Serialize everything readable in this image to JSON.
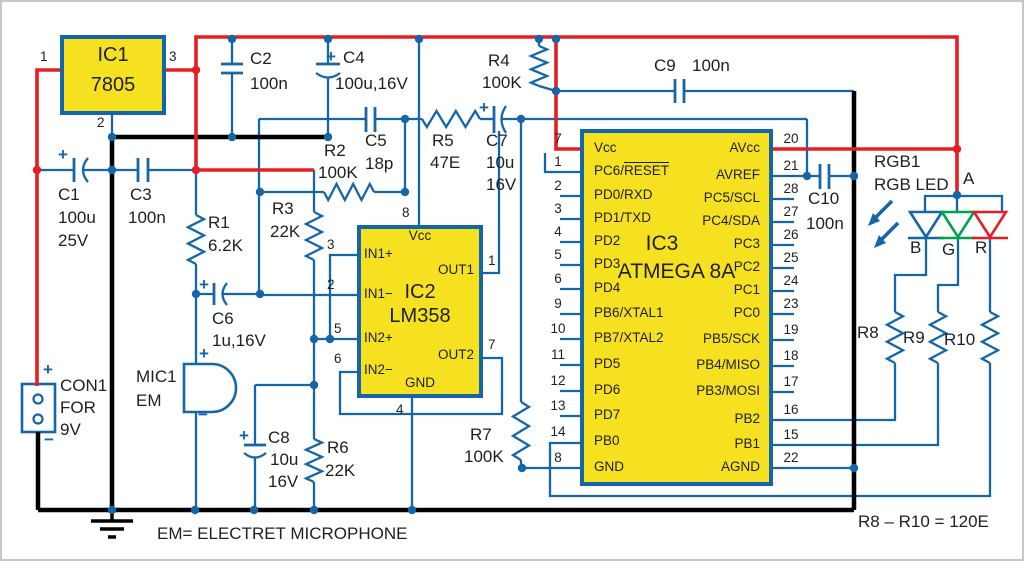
{
  "ic1": {
    "name": "IC1",
    "part": "7805",
    "pin1": "1",
    "pin2": "2",
    "pin3": "3"
  },
  "ic2": {
    "name": "IC2",
    "part": "LM358",
    "labels": {
      "vcc": "Vcc",
      "gnd": "GND",
      "in1p": "IN1+",
      "in1n": "IN1−",
      "in2p": "IN2+",
      "in2n": "IN2−",
      "out1": "OUT1",
      "out2": "OUT2"
    },
    "nums": {
      "vcc": "8",
      "gnd": "4",
      "in1p": "3",
      "in1n": "2",
      "in2p": "5",
      "in2n": "6",
      "out1": "1",
      "out2": "7"
    }
  },
  "ic3": {
    "name": "IC3",
    "part": "ATMEGA 8A",
    "left_pins": [
      {
        "num": "7",
        "label": "Vcc"
      },
      {
        "num": "1",
        "label": "PC6/",
        "overline": "RESET"
      },
      {
        "num": "2",
        "label": "PD0/RXD"
      },
      {
        "num": "3",
        "label": "PD1/TXD"
      },
      {
        "num": "4",
        "label": "PD2"
      },
      {
        "num": "5",
        "label": "PD3"
      },
      {
        "num": "6",
        "label": "PD4"
      },
      {
        "num": "9",
        "label": "PB6/XTAL1"
      },
      {
        "num": "10",
        "label": "PB7/XTAL2"
      },
      {
        "num": "11",
        "label": "PD5"
      },
      {
        "num": "12",
        "label": "PD6"
      },
      {
        "num": "13",
        "label": "PD7"
      },
      {
        "num": "14",
        "label": "PB0"
      },
      {
        "num": "8",
        "label": "GND"
      }
    ],
    "right_pins": [
      {
        "num": "20",
        "label": "AVcc"
      },
      {
        "num": "21",
        "label": "AVREF"
      },
      {
        "num": "28",
        "label": "PC5/SCL"
      },
      {
        "num": "27",
        "label": "PC4/SDA"
      },
      {
        "num": "26",
        "label": "PC3"
      },
      {
        "num": "25",
        "label": "PC2"
      },
      {
        "num": "24",
        "label": "PC1"
      },
      {
        "num": "23",
        "label": "PC0"
      },
      {
        "num": "19",
        "label": "PB5/SCK"
      },
      {
        "num": "18",
        "label": "PB4/MISO"
      },
      {
        "num": "17",
        "label": "PB3/MOSI"
      },
      {
        "num": "16",
        "label": "PB2"
      },
      {
        "num": "15",
        "label": "PB1"
      },
      {
        "num": "22",
        "label": "AGND"
      }
    ]
  },
  "components": {
    "c1": {
      "ref": "C1",
      "value": "100u",
      "voltage": "25V"
    },
    "c2": {
      "ref": "C2",
      "value": "100n"
    },
    "c3": {
      "ref": "C3",
      "value": "100n"
    },
    "c4": {
      "ref": "C4",
      "value": "100u,16V"
    },
    "c5": {
      "ref": "C5",
      "value": "18p"
    },
    "c6": {
      "ref": "C6",
      "value": "1u,16V"
    },
    "c7": {
      "ref": "C7",
      "value": "10u",
      "voltage": "16V"
    },
    "c8": {
      "ref": "C8",
      "value": "10u",
      "voltage": "16V"
    },
    "c9": {
      "ref": "C9",
      "value": "100n"
    },
    "c10": {
      "ref": "C10",
      "value": "100n"
    },
    "r1": {
      "ref": "R1",
      "value": "6.2K"
    },
    "r2": {
      "ref": "R2",
      "value": "100K"
    },
    "r3": {
      "ref": "R3",
      "value": "22K"
    },
    "r4": {
      "ref": "R4",
      "value": "100K"
    },
    "r5": {
      "ref": "R5",
      "value": "47E"
    },
    "r6": {
      "ref": "R6",
      "value": "22K"
    },
    "r7": {
      "ref": "R7",
      "value": "100K"
    },
    "r8": {
      "ref": "R8"
    },
    "r9": {
      "ref": "R9"
    },
    "r10": {
      "ref": "R10"
    }
  },
  "connector": {
    "ref": "CON1",
    "line2": "FOR",
    "line3": "9V",
    "plus": "+",
    "minus": "−"
  },
  "mic": {
    "ref": "MIC1",
    "type": "EM",
    "plus": "+",
    "minus": "−"
  },
  "rgb_led": {
    "ref": "RGB1",
    "type": "RGB LED",
    "anode": "A",
    "cath_b": "B",
    "cath_g": "G",
    "cath_r": "R"
  },
  "marks": {
    "plus": "+",
    "minus": "−"
  },
  "notes": {
    "mic_note": "EM= ELECTRET MICROPHONE",
    "resistor_note": "R8 – R10 = 120E"
  },
  "colors": {
    "wire": "#1566a9",
    "power": "#e31e24",
    "ground": "#000000",
    "ic_fill": "#f5e120",
    "led_green": "#00a24d"
  }
}
